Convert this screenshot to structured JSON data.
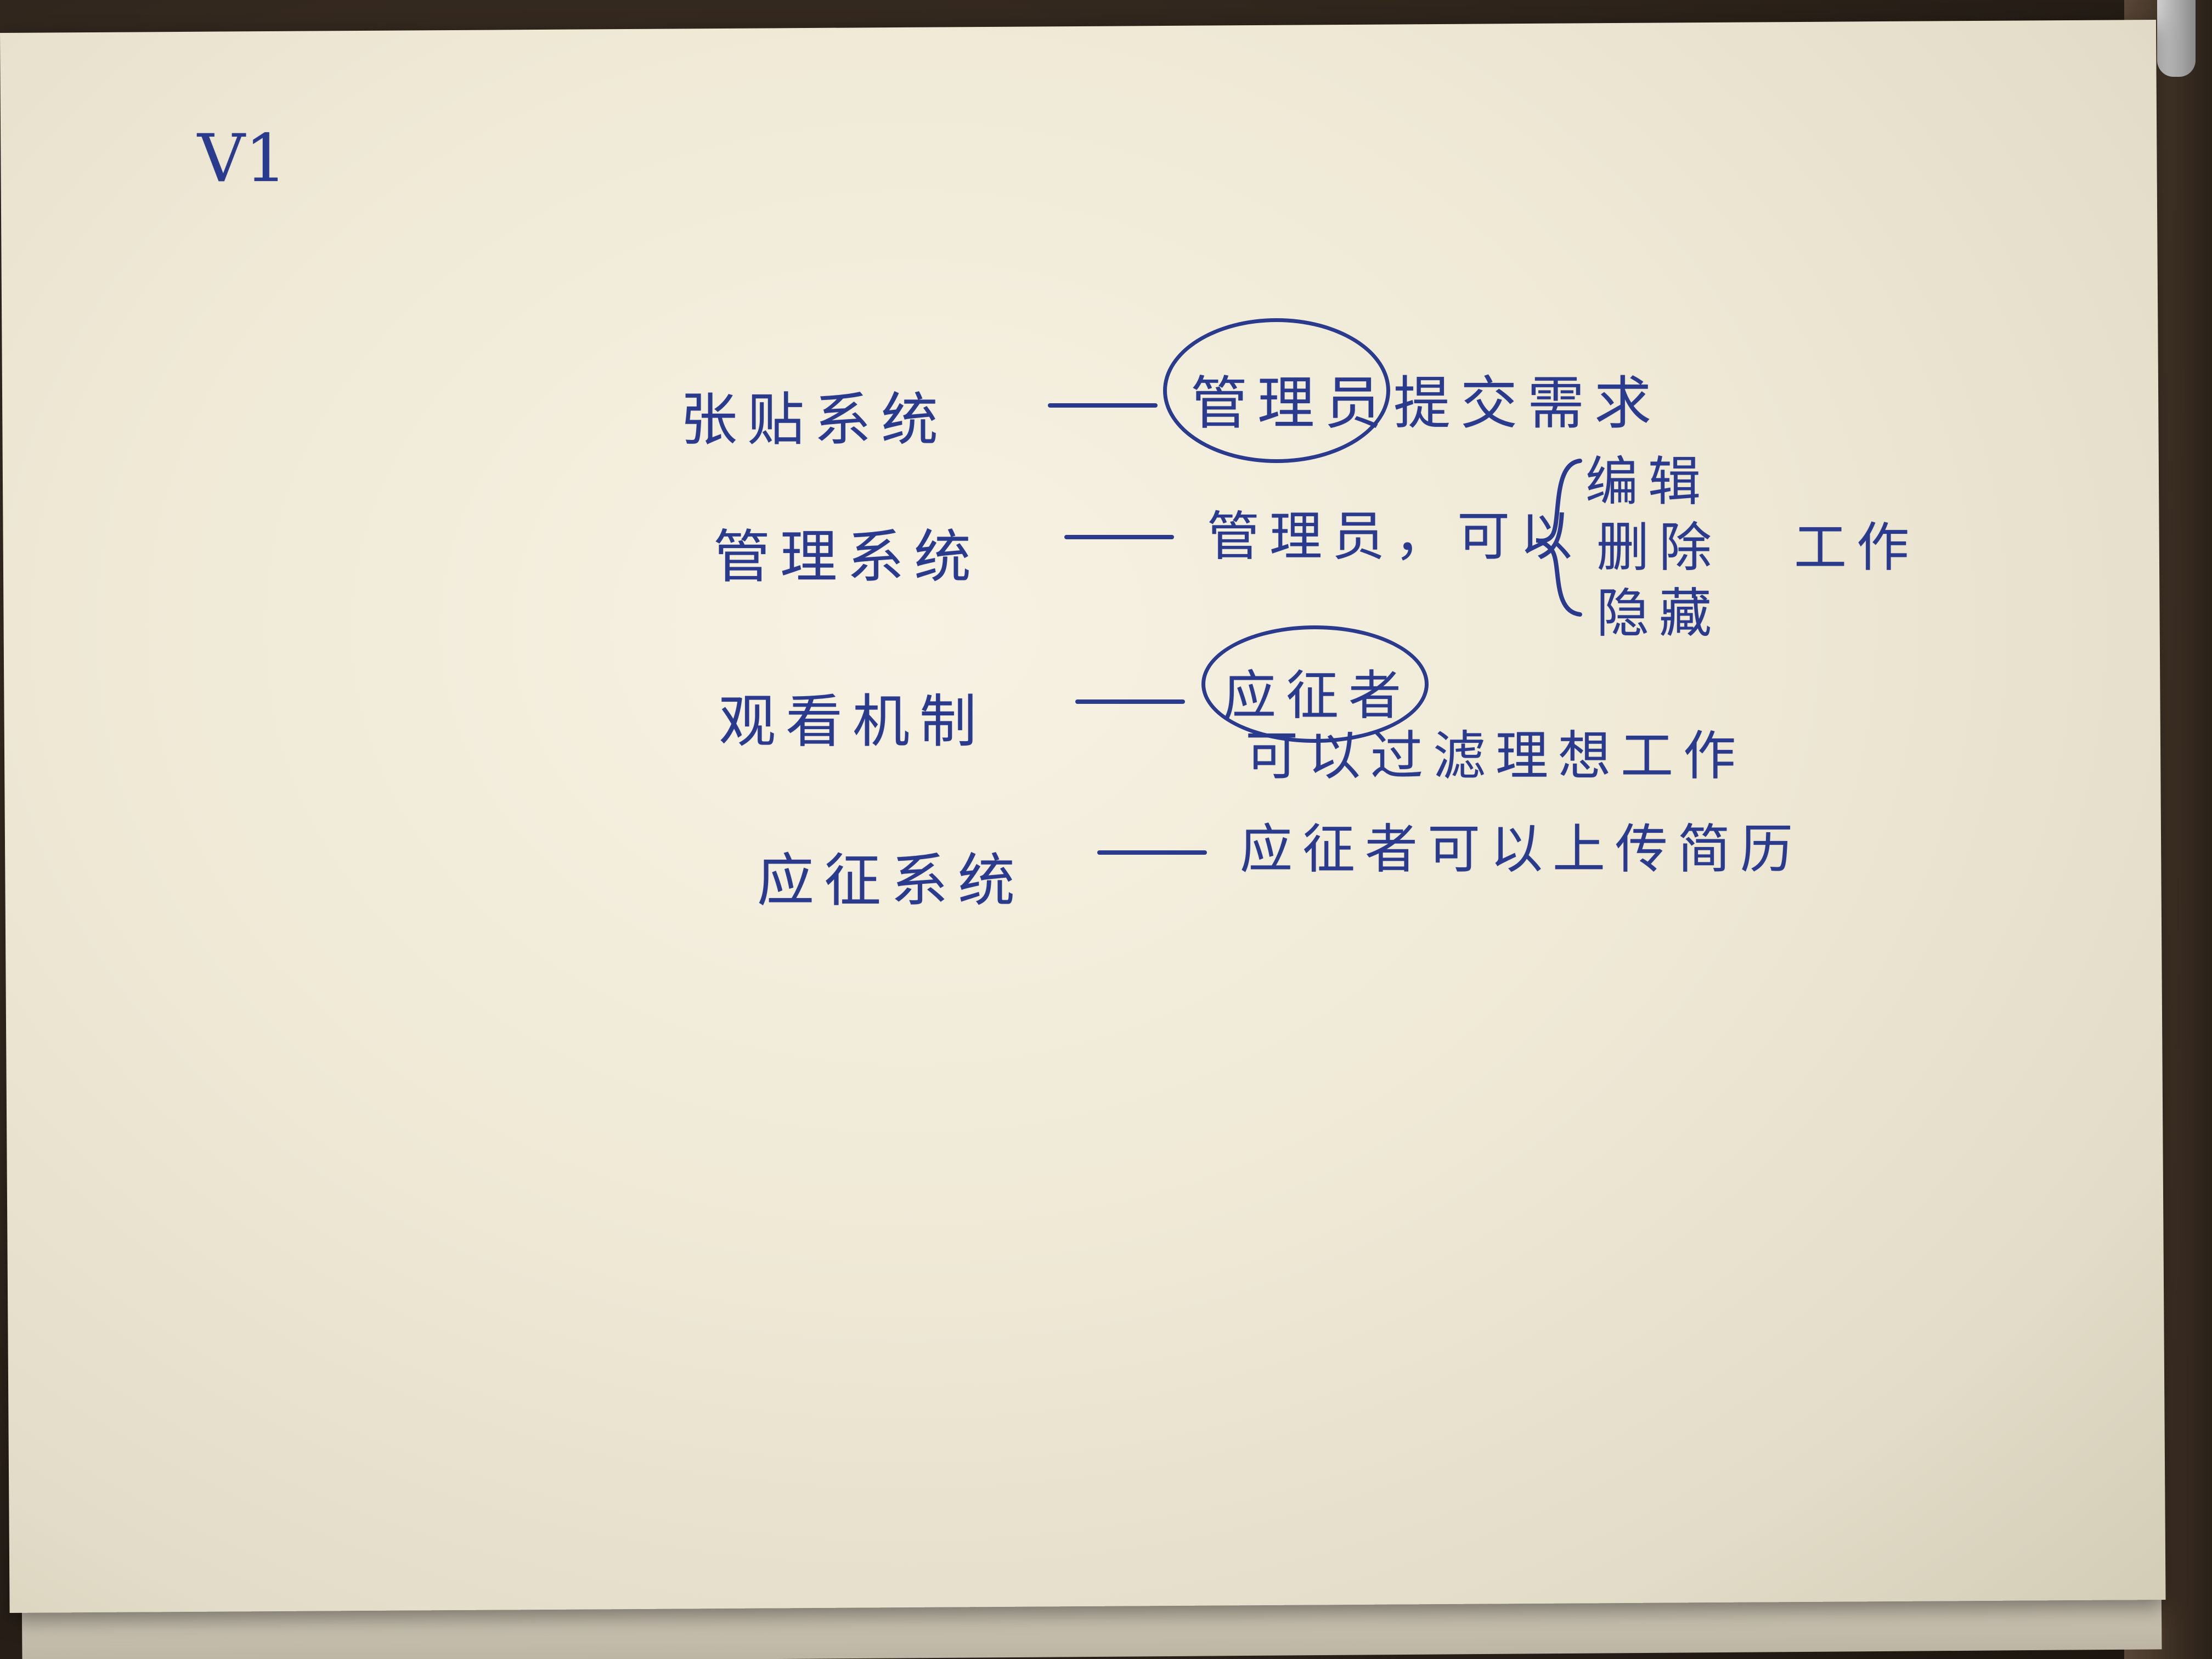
{
  "version": "V1",
  "rows": [
    {
      "left": "张贴系统",
      "right": "管理员",
      "right_suffix": "提交需求"
    },
    {
      "left": "管理系统",
      "right": "管理员，可以",
      "bracket_items": [
        "编辑",
        "删除",
        "隐藏"
      ],
      "bracket_suffix": "工作"
    },
    {
      "left": "观看机制",
      "right": "应征者",
      "right_line2": "可以过滤理想工作"
    },
    {
      "left": "应征系统",
      "right": "应征者可以上传简历"
    }
  ],
  "colors": {
    "ink": "#2a3a8c",
    "paper": "#efe9d6"
  }
}
